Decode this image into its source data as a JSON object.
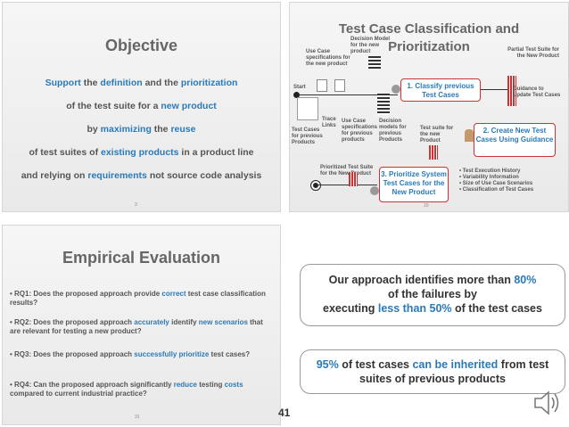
{
  "slide_objective": {
    "title": "Objective",
    "line1_a": "Support",
    "line1_b": " the ",
    "line1_c": "definition",
    "line1_d": " and the ",
    "line1_e": "prioritization",
    "line2_a": "of the test suite for a ",
    "line2_b": "new product",
    "line3_a": "by ",
    "line3_b": "maximizing",
    "line3_c": " the ",
    "line3_d": "reuse",
    "line4_a": "of test suites of ",
    "line4_b": "existing products",
    "line4_c": " in a product line",
    "line5_a": "and relying on ",
    "line5_b": "requirements",
    "line5_c": " not source code analysis",
    "page": "3"
  },
  "slide_process": {
    "title_line1": "Test Case Classification and",
    "title_line2": "Prioritization",
    "start": "Start",
    "use_case_specs_new": "Use Case specifications for the new product",
    "decision_model_new": "Decision Model for the new product",
    "step1": "1. Classify previous Test Cases",
    "partial_suite": "Partial Test Suite for the New Product",
    "guidance": "Guidance to Update Test Cases",
    "step2": "2. Create New Test Cases Using Guidance",
    "test_cases_prev": "Test Cases for previous Products",
    "trace_links": "Trace Links",
    "use_case_specs_prev": "Use Case specifications for previous products",
    "decision_models_prev": "Decision models for previous Products",
    "suite_new": "Test suite for the new Product",
    "prioritized_suite": "Prioritized Test Suite for the New Product",
    "step3": "3. Prioritize System Test Cases for the New Product",
    "bullets": [
      "Test Execution History",
      "Variability Information",
      "Size of Use Case Scenarios",
      "Classification of Test Cases"
    ],
    "page": "20"
  },
  "slide_eval": {
    "title": "Empirical Evaluation",
    "rq1_a": "RQ1: Does the proposed approach provide ",
    "rq1_b": "correct",
    "rq1_c": " test case ",
    "rq1_d": "classification",
    "rq1_e": " results?",
    "rq2_a": "RQ2: Does the proposed approach ",
    "rq2_b": "accurately",
    "rq2_c": " identify ",
    "rq2_d": "new scenarios",
    "rq2_e": " that are relevant for testing a new product?",
    "rq3_a": "RQ3: Does the proposed approach ",
    "rq3_b": "successfully prioritize",
    "rq3_c": " test cases?",
    "rq4_a": "RQ4: Can the proposed approach significantly ",
    "rq4_b": "reduce",
    "rq4_c": " testing ",
    "rq4_d": "costs",
    "rq4_e": " compared to current industrial practice?",
    "page": "31"
  },
  "callout1": {
    "a": "Our approach identifies more than ",
    "b": "80%",
    "c": "of the failures by",
    "d": "executing ",
    "e": "less than 50%",
    "f": " of the test cases"
  },
  "callout2": {
    "a": "95%",
    "b": " of test cases ",
    "c": "can be inherited",
    "d": " from test",
    "e": "suites of previous products"
  },
  "page_number": "41",
  "icons": {
    "speaker": "speaker-icon"
  },
  "colors": {
    "accent_blue": "#2a7ab9",
    "box_border": "#cc3333"
  }
}
